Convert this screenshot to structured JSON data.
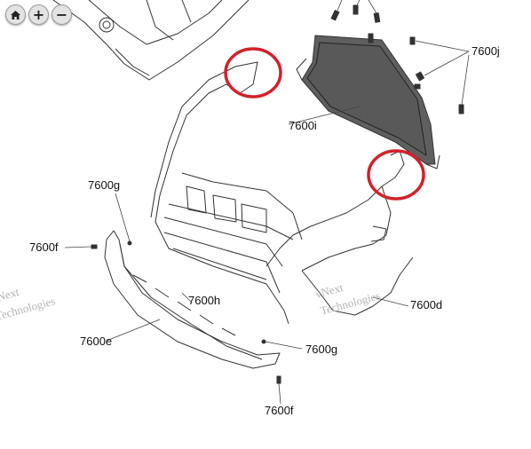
{
  "toolbar": {
    "home_icon": "home-icon",
    "zoom_in_label": "+",
    "zoom_out_label": "−"
  },
  "callouts": {
    "grille_mesh": "7600i",
    "clips_upper": "7600j",
    "bolt_left": "7600g",
    "screw_left": "7600f",
    "bracket_center": "7600h",
    "lower_valance": "7600e",
    "bumper_right": "7600d",
    "bolt_bottom": "7600g",
    "screw_bottom": "7600f"
  },
  "watermark": {
    "line1": "vNext",
    "line2": "Technologies"
  },
  "highlight_color": "#d4202a"
}
